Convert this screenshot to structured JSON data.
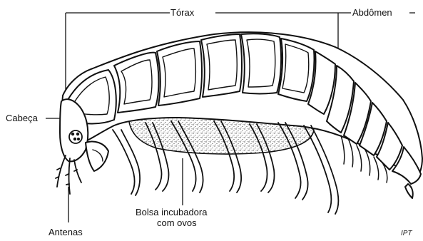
{
  "labels": {
    "torax": "Tórax",
    "abdomen": "Abdômen",
    "cabeca": "Cabeça",
    "antenas": "Antenas",
    "bolsa_line1": "Bolsa incubadora",
    "bolsa_line2": "com ovos"
  },
  "credit": "IPT",
  "colors": {
    "ink": "#111111",
    "paper": "#ffffff",
    "stipple": "#555555"
  }
}
